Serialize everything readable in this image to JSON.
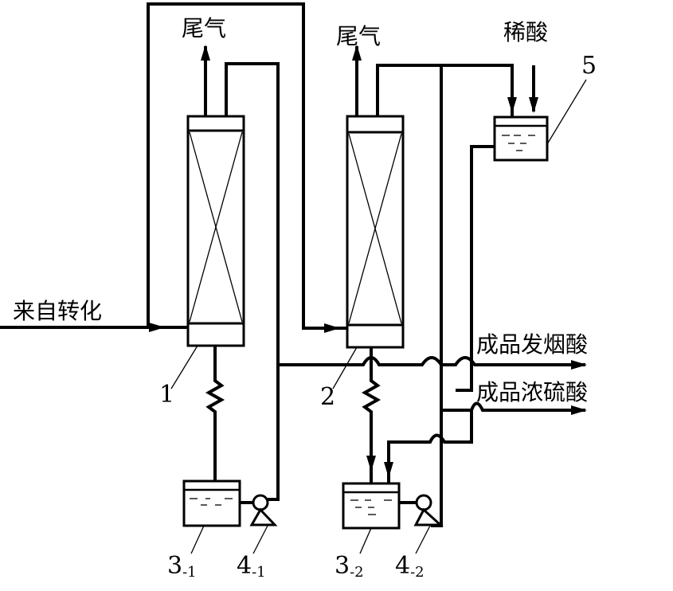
{
  "diagram": {
    "type": "process-flow",
    "labels": {
      "tail_gas_1": "尾气",
      "tail_gas_2": "尾气",
      "dilute_acid": "稀酸",
      "from_conversion": "来自转化",
      "product_oleum": "成品发烟酸",
      "product_conc_sulfuric": "成品浓硫酸"
    },
    "equipment": [
      {
        "id": "1",
        "label": "1",
        "kind": "absorption-tower"
      },
      {
        "id": "2",
        "label": "2",
        "kind": "absorption-tower"
      },
      {
        "id": "3-1",
        "label": "3",
        "sub": "-1",
        "kind": "circulation-tank"
      },
      {
        "id": "3-2",
        "label": "3",
        "sub": "-2",
        "kind": "circulation-tank"
      },
      {
        "id": "4-1",
        "label": "4",
        "sub": "-1",
        "kind": "pump"
      },
      {
        "id": "4-2",
        "label": "4",
        "sub": "-2",
        "kind": "pump"
      },
      {
        "id": "5",
        "label": "5",
        "kind": "dilute-acid-tank"
      }
    ]
  }
}
